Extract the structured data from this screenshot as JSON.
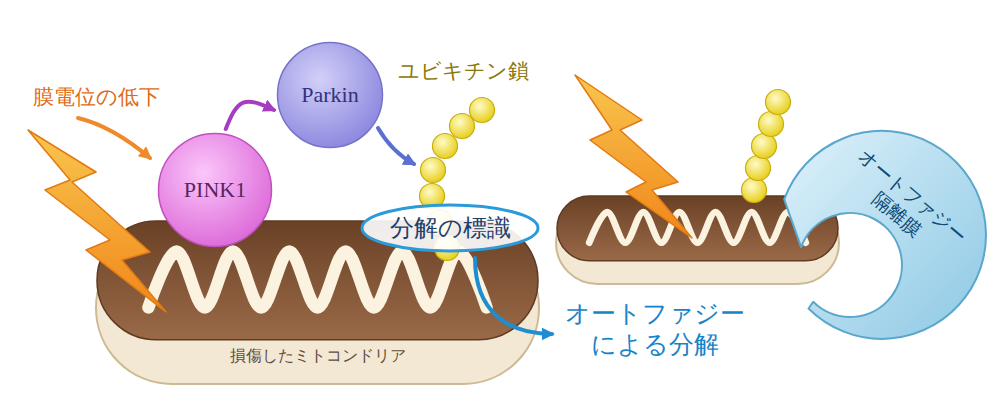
{
  "diagram": {
    "nodes": [
      {
        "text": [
          "PINK1"
        ]
      },
      {
        "text": [
          "Parkin"
        ]
      },
      {
        "text": [
          "分解の標識"
        ]
      },
      {
        "text": [
          "損傷したミトコンドリア"
        ]
      },
      {
        "text": [
          "オートファジー 隔離膜"
        ]
      }
    ],
    "edges": [
      {
        "from": 0,
        "to": 1,
        "arrow": "to"
      }
    ],
    "labels": [
      "膜電位の低下",
      "ユビキチン鎖",
      "オートファジー による分解"
    ]
  }
}
